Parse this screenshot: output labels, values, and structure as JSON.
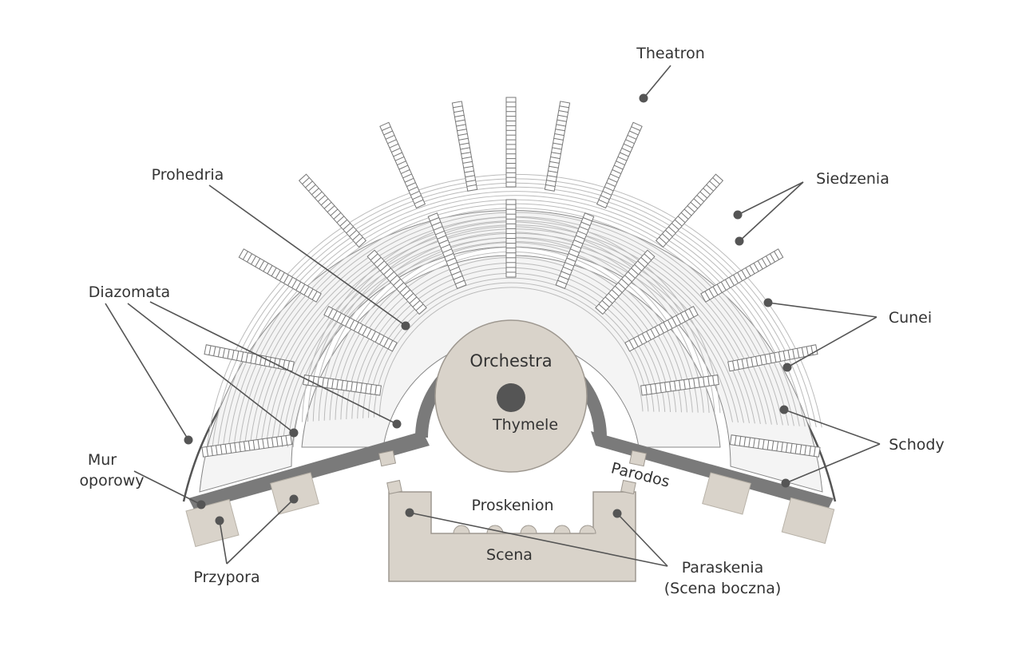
{
  "colors": {
    "line": "#555555",
    "wall": "#777777",
    "stone": "#d9d3ca",
    "stone_edge": "#9e9890",
    "seat_line": "#bbbbbb",
    "dot": "#555555",
    "text": "#333333"
  },
  "labels": {
    "theatron": "Theatron",
    "prohedria": "Prohedria",
    "siedzenia": "Siedzenia",
    "diazomata": "Diazomata",
    "cunei": "Cunei",
    "orchestra": "Orchestra",
    "thymele": "Thymele",
    "schody": "Schody",
    "mur_line1": "Mur",
    "mur_line2": "oporowy",
    "parodos": "Parodos",
    "proskenion": "Proskenion",
    "scena": "Scena",
    "przypora": "Przypora",
    "paraskenia_line1": "Paraskenia",
    "paraskenia_line2": "(Scena boczna)"
  }
}
